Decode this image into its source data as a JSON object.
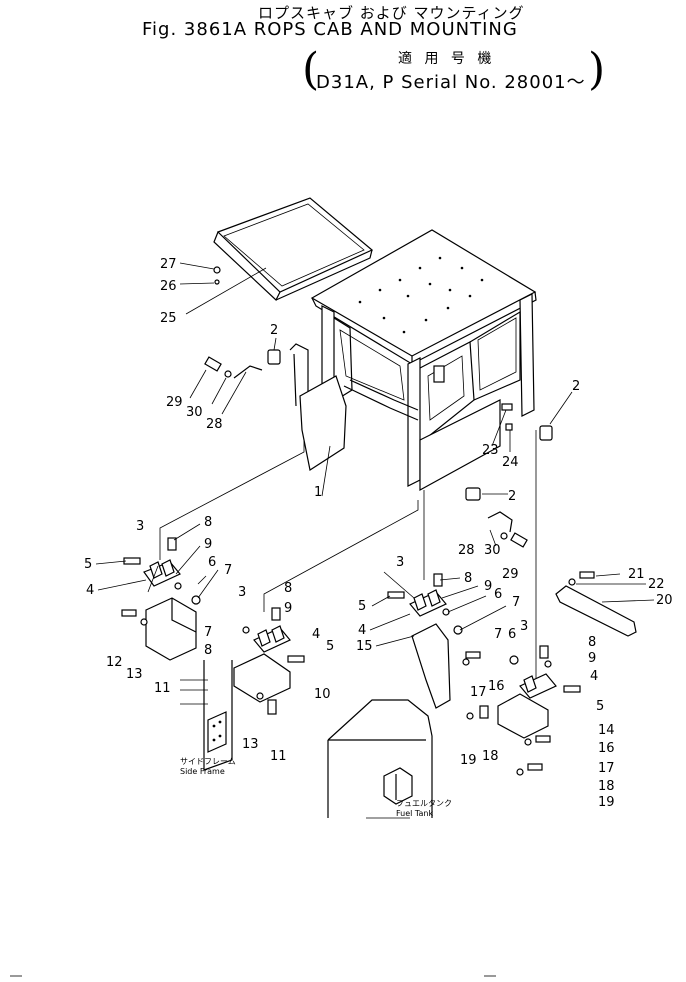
{
  "header": {
    "title_jp": "ロプスキャブ および マウンティング",
    "title_en": "Fig. 3861A ROPS CAB AND MOUNTING",
    "applicability_jp": "適 用 号 機",
    "serial": "D31A, P Serial No. 28001～",
    "bracket_open": "(",
    "bracket_close": ")"
  },
  "callouts": [
    "27",
    "26",
    "25",
    "2",
    "29",
    "30",
    "28",
    "1",
    "2",
    "23",
    "24",
    "2",
    "28",
    "30",
    "29",
    "3",
    "8",
    "9",
    "5",
    "4",
    "6",
    "7",
    "3",
    "8",
    "9",
    "6",
    "7",
    "5",
    "4",
    "15",
    "21",
    "22",
    "20",
    "12",
    "13",
    "11",
    "7",
    "3",
    "8",
    "9",
    "8",
    "4",
    "5",
    "10",
    "13",
    "11",
    "7",
    "6",
    "3",
    "8",
    "9",
    "17",
    "16",
    "4",
    "5",
    "14",
    "16",
    "17",
    "18",
    "19",
    "19",
    "18"
  ],
  "labels": {
    "side_frame_jp": "サイドフレーム",
    "side_frame_en": "Side Frame",
    "fuel_tank_jp": "フュエルタンク",
    "fuel_tank_en": "Fuel Tank"
  }
}
